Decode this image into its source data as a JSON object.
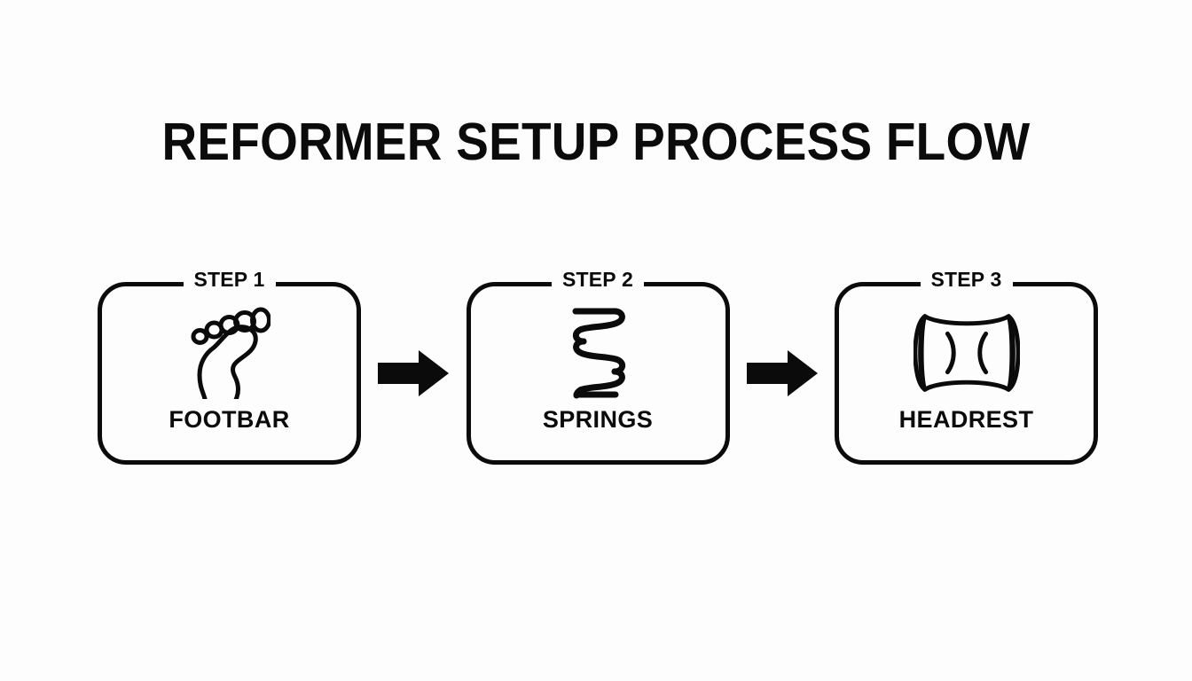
{
  "page": {
    "title": "REFORMER SETUP PROCESS FLOW",
    "background_color": "#fdfdfd",
    "ink_color": "#0b0b0b"
  },
  "flow": {
    "steps": [
      {
        "step_label": "STEP 1",
        "name": "FOOTBAR",
        "icon": "footprint-icon"
      },
      {
        "step_label": "STEP 2",
        "name": "SPRINGS",
        "icon": "coil-spring-icon"
      },
      {
        "step_label": "STEP 3",
        "name": "HEADREST",
        "icon": "headrest-bolster-icon"
      }
    ],
    "connectors": [
      {
        "icon": "arrow-right-icon"
      },
      {
        "icon": "arrow-right-icon"
      }
    ]
  }
}
